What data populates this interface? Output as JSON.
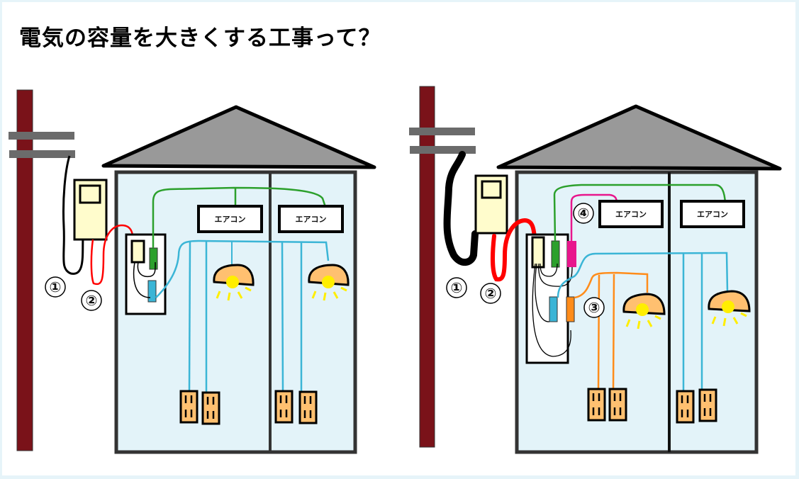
{
  "title": "電気の容量を大きくする工事って？",
  "diagrams": [
    {
      "name": "before",
      "aircon_labels": [
        "エアコン",
        "エアコン"
      ],
      "markers": [
        "①",
        "②"
      ]
    },
    {
      "name": "after",
      "aircon_labels": [
        "エアコン",
        "エアコン"
      ],
      "markers": [
        "①",
        "②",
        "③",
        "④"
      ]
    }
  ],
  "colors": {
    "pole": "#7a1219",
    "crossarm": "#6b6b6b",
    "roof": "#999999",
    "wall": "#e3f3f9",
    "meter": "#fffccc",
    "service_drop": "#000000",
    "meter_to_panel": "#ff0000",
    "aircon_circuit": "#2ca02c",
    "lighting_outlet_circuit": "#3bb5d6",
    "new_circuit_orange": "#ff8c1a",
    "new_aircon_circuit_pink": "#e8168c",
    "outlet": "#ffc070",
    "lamp_shade": "#ffc070",
    "bulb": "#ffee00"
  }
}
